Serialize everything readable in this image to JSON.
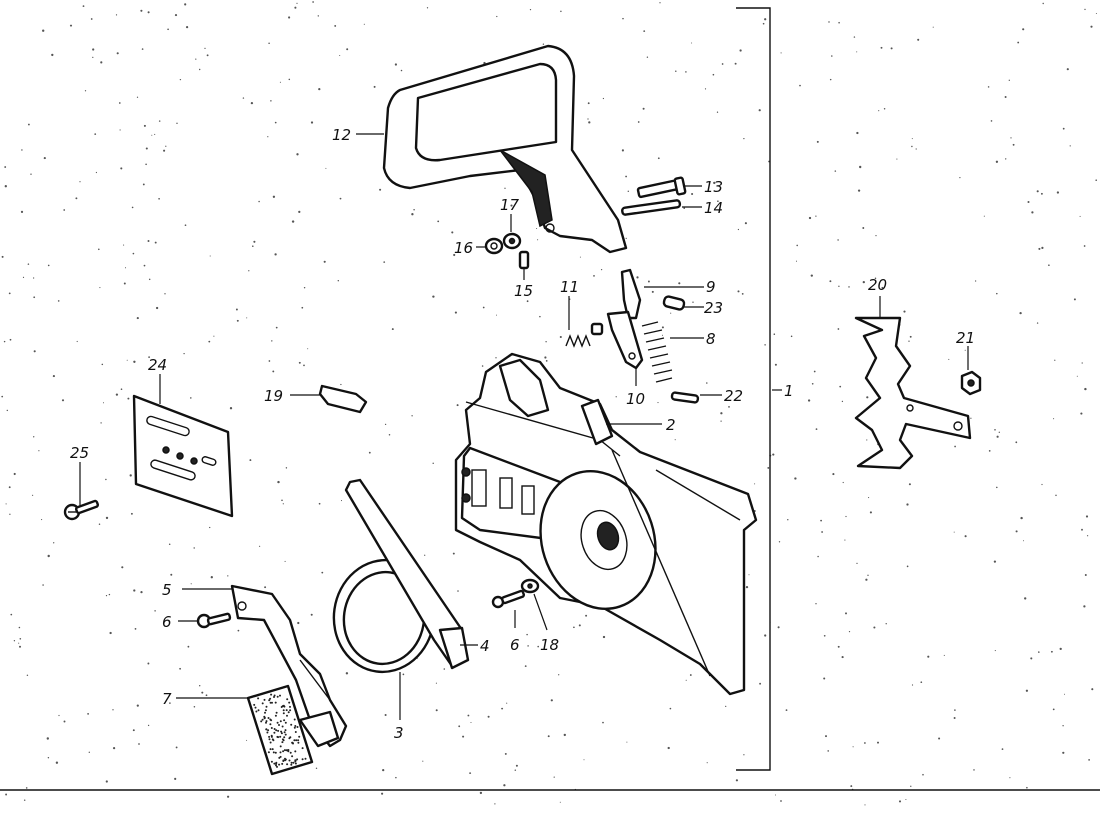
{
  "diagram": {
    "labels": {
      "p1": "1",
      "p2": "2",
      "p3": "3",
      "p4": "4",
      "p5": "5",
      "p6a": "6",
      "p6b": "6",
      "p7": "7",
      "p8": "8",
      "p9": "9",
      "p10": "10",
      "p11": "11",
      "p12": "12",
      "p13": "13",
      "p14": "14",
      "p15": "15",
      "p16": "16",
      "p17": "17",
      "p18": "18",
      "p19": "19",
      "p20": "20",
      "p21": "21",
      "p22": "22",
      "p23": "23",
      "p24": "24",
      "p25": "25"
    }
  }
}
